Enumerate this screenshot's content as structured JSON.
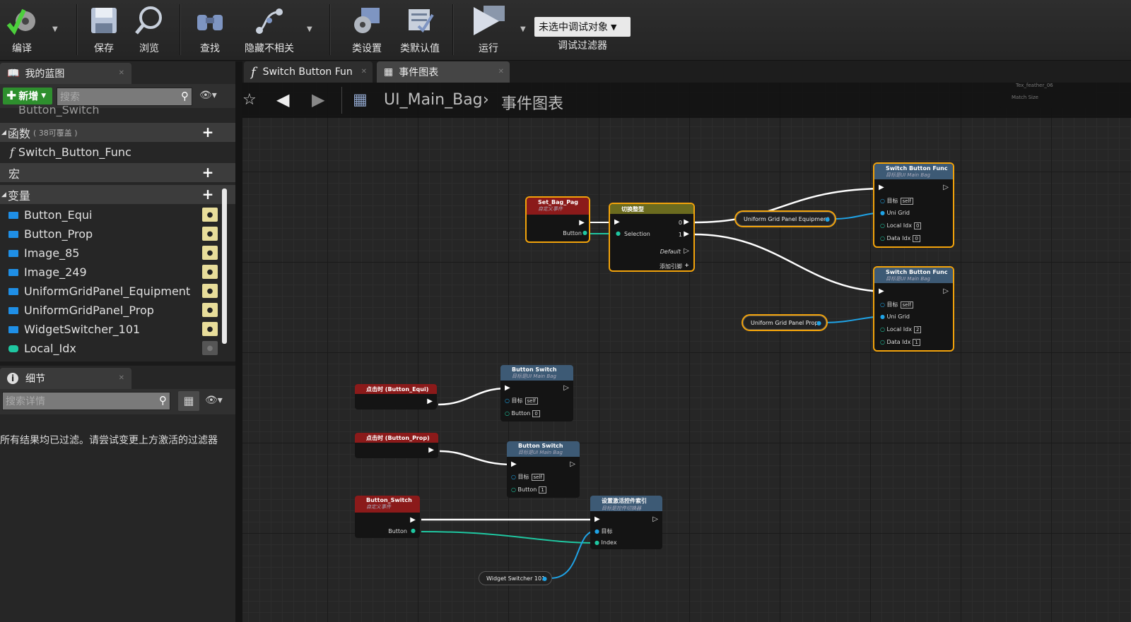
{
  "toolbar": {
    "compile": "编译",
    "save": "保存",
    "browse": "浏览",
    "find": "查找",
    "hide_unrelated": "隐藏不相关",
    "class_settings": "类设置",
    "class_defaults": "类默认值",
    "run": "运行",
    "debug_select": "未选中调试对象",
    "debug_filter": "调试过滤器"
  },
  "my_blueprint": {
    "tab": "我的蓝图",
    "add_button": "新增",
    "search_placeholder": "搜索",
    "partial_top_item": "Button_Switch",
    "functions_label": "函数",
    "functions_overrides": "( 38可覆盖 )",
    "function_item": "Switch_Button_Func",
    "macros_label": "宏",
    "variables_label": "变量",
    "variables": [
      {
        "name": "Button_Equi",
        "color": "#1f8fe6"
      },
      {
        "name": "Button_Prop",
        "color": "#1f8fe6"
      },
      {
        "name": "Image_85",
        "color": "#1f8fe6"
      },
      {
        "name": "Image_249",
        "color": "#1f8fe6"
      },
      {
        "name": "UniformGridPanel_Equipment",
        "color": "#1f8fe6"
      },
      {
        "name": "UniformGridPanel_Prop",
        "color": "#1f8fe6"
      },
      {
        "name": "WidgetSwitcher_101",
        "color": "#1f8fe6"
      },
      {
        "name": "Local_Idx",
        "color": "#1fc7a1"
      }
    ]
  },
  "details": {
    "tab": "细节",
    "search_placeholder": "搜索详情",
    "message": "所有结果均已过滤。请尝试变更上方激活的过滤器"
  },
  "graph_tabs": {
    "function_tab": "Switch Button Fun",
    "event_graph_tab": "事件图表"
  },
  "breadcrumb": {
    "root": "UI_Main_Bag",
    "current": "事件图表"
  },
  "nodes": {
    "set_bag_page": {
      "title": "Set_Bag_Pag",
      "subtitle": "自定义事件",
      "pin": "Button"
    },
    "switch_on_int": {
      "title": "切换整型",
      "selection": "Selection",
      "out0": "0",
      "out1": "1",
      "default": "Default",
      "add_pin": "添加引脚"
    },
    "var_equip": "Uniform Grid Panel Equipment",
    "var_prop": "Uniform Grid Panel Prop",
    "func1": {
      "title": "Switch Button Func",
      "subtitle": "目标是UI Main Bag",
      "target": "目标",
      "self": "self",
      "uni_grid": "Uni Grid",
      "local_idx": "Local Idx",
      "local_idx_val": "0",
      "data_idx": "Data Idx",
      "data_idx_val": "0"
    },
    "func2": {
      "title": "Switch Button Func",
      "subtitle": "目标是UI Main Bag",
      "target": "目标",
      "self": "self",
      "uni_grid": "Uni Grid",
      "local_idx": "Local Idx",
      "local_idx_val": "2",
      "data_idx": "Data Idx",
      "data_idx_val": "1"
    },
    "click_equi": "点击时 (Button_Equi)",
    "click_prop": "点击时 (Button_Prop)",
    "bs1": {
      "title": "Button Switch",
      "subtitle": "目标是UI Main Bag",
      "target": "目标",
      "self": "self",
      "button": "Button",
      "button_val": "0"
    },
    "bs2": {
      "title": "Button Switch",
      "subtitle": "目标是UI Main Bag",
      "target": "目标",
      "self": "self",
      "button": "Button",
      "button_val": "1"
    },
    "button_switch_event": {
      "title": "Button_Switch",
      "subtitle": "自定义事件",
      "pin": "Button"
    },
    "set_active": {
      "title": "设置激活控件索引",
      "subtitle": "目标是控件切换器",
      "target": "目标",
      "index": "Index"
    },
    "widget_switcher": "Widget Switcher 101",
    "mini_panel": {
      "label1": "Tex_feather_06",
      "label2": "Match Size"
    }
  },
  "colors": {
    "exec_wire": "#ffffff",
    "object_wire": "#1fa3e6",
    "int_wire": "#1fc7a1",
    "event_header": "#8b1a1a",
    "func_header": "#3d5a75",
    "selection": "#f2a30b"
  }
}
